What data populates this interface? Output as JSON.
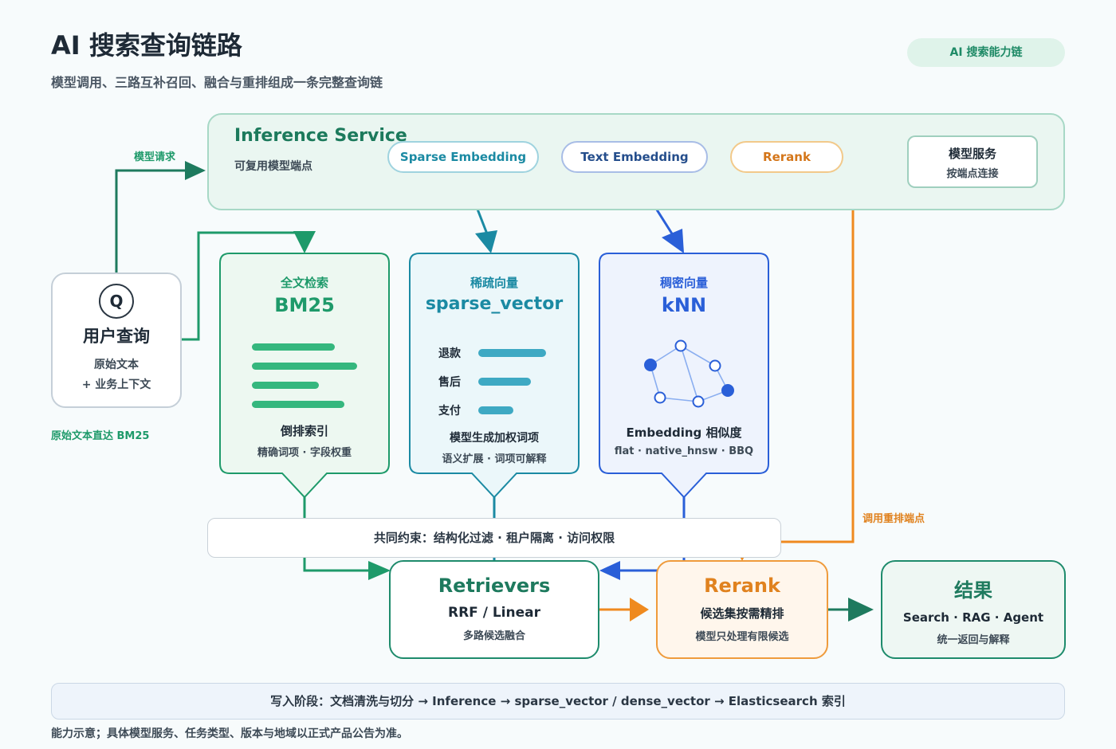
{
  "header": {
    "title": "AI 搜索查询链路",
    "subtitle": "模型调用、三路互补召回、融合与重排组成一条完整查询链",
    "badge": "AI 搜索能力链"
  },
  "inference": {
    "title": "Inference Service",
    "subtitle": "可复用模型端点",
    "pills": {
      "sparse": "Sparse Embedding",
      "text": "Text Embedding",
      "rerank": "Rerank"
    },
    "service": {
      "line1": "模型服务",
      "line2": "按端点连接"
    }
  },
  "user": {
    "icon_letter": "Q",
    "title": "用户查询",
    "line1": "原始文本",
    "line2": "+ 业务上下文"
  },
  "labels": {
    "model_request": "模型请求",
    "raw_to_bm25": "原始文本直达 BM25",
    "call_rerank": "调用重排端点"
  },
  "cards": {
    "bm25": {
      "kicker": "全文检索",
      "title": "BM25",
      "desc": "倒排索引",
      "sub": "精确词项 · 字段权重"
    },
    "sparse": {
      "kicker": "稀疏向量",
      "title": "sparse_vector",
      "terms": [
        "退款",
        "售后",
        "支付"
      ],
      "term_weights": [
        0.85,
        0.66,
        0.44
      ],
      "desc": "模型生成加权词项",
      "sub": "语义扩展 · 词项可解释"
    },
    "knn": {
      "kicker": "稠密向量",
      "title": "kNN",
      "desc": "Embedding 相似度",
      "sub": "flat · native_hnsw · BBQ"
    }
  },
  "constraint": "共同约束：结构化过滤  ·  租户隔离  ·  访问权限",
  "retrievers": {
    "title": "Retrievers",
    "method": "RRF / Linear",
    "desc": "多路候选融合"
  },
  "rerank": {
    "title": "Rerank",
    "line1": "候选集按需精排",
    "line2": "模型只处理有限候选"
  },
  "result": {
    "title": "结果",
    "line1": "Search · RAG · Agent",
    "line2": "统一返回与解释"
  },
  "footer": {
    "write_stage": "写入阶段：文档清洗与切分 → Inference → sparse_vector / dense_vector → Elasticsearch 索引",
    "note": "能力示意；具体模型服务、任务类型、版本与地域以正式产品公告为准。"
  },
  "colors": {
    "green": "#1e8b6c",
    "teal": "#1b8aa3",
    "blue": "#2a5fd8",
    "orange": "#ef8a1f"
  }
}
